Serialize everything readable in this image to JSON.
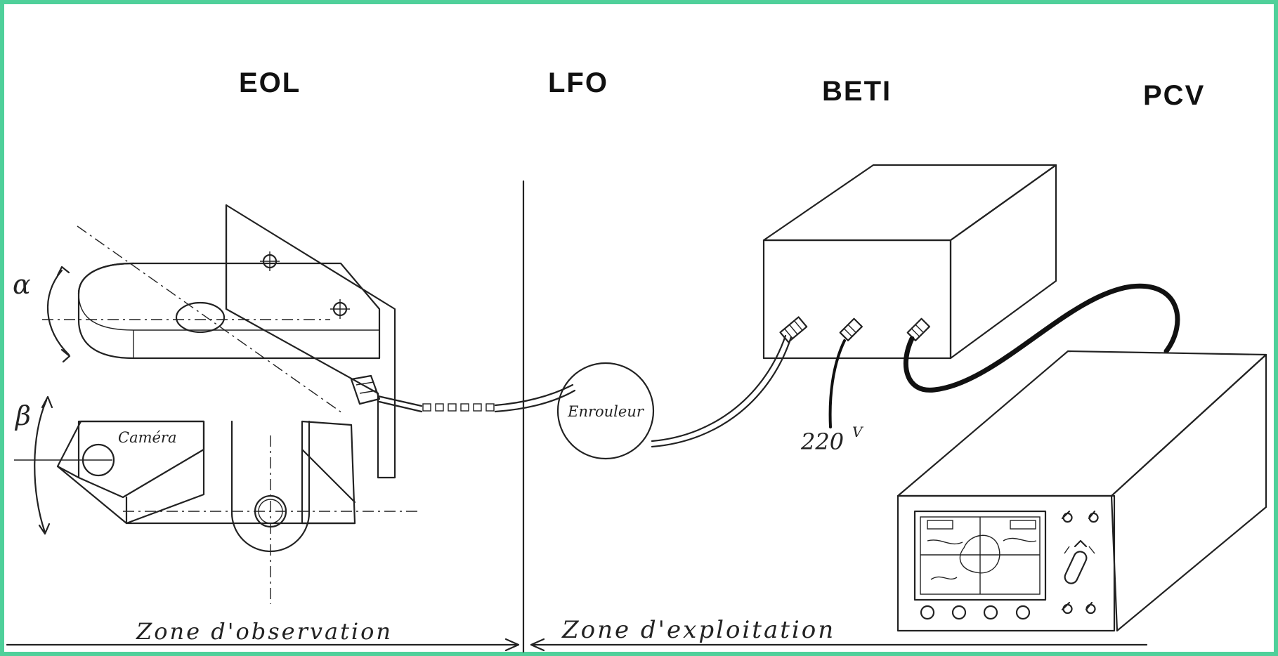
{
  "headings": {
    "eol": "EOL",
    "lfo": "LFO",
    "beti": "BETI",
    "pcv": "PCV"
  },
  "labels": {
    "alpha": "α",
    "beta": "β",
    "camera": "Caméra",
    "enrouleur": "Enrouleur",
    "voltage": "220",
    "voltage_unit": "V"
  },
  "zones": {
    "observation": "Zone  d'observation",
    "exploitation": "Zone d'exploitation"
  },
  "colors": {
    "border": "#4fd09a",
    "ink": "#222222"
  }
}
